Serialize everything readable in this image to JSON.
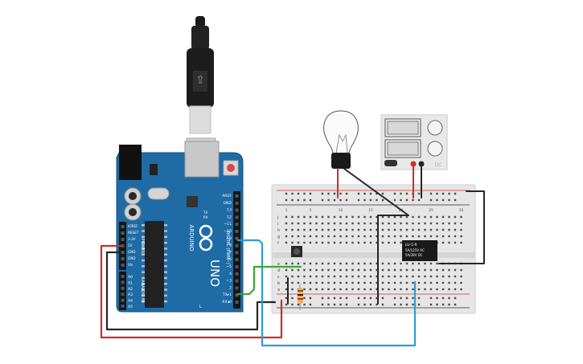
{
  "arduino": {
    "brand": "ARDUINO",
    "model": "UNO",
    "digital_label": "DIGITAL (PWM~)",
    "power_label": "POWER",
    "analog_label": "ANALOG IN",
    "tx_label": "TX",
    "rx_label": "RX",
    "l_label": "L",
    "digital_pins": [
      "AREF",
      "GND",
      "13",
      "12",
      "~11",
      "~10",
      "~9",
      "8",
      "7",
      "~6",
      "~5",
      "4",
      "~3",
      "2",
      "TX▸1",
      "RX◂0"
    ],
    "power_pins": [
      "IOREF",
      "RESET",
      "3.3V",
      "5V",
      "GND",
      "GND",
      "Vin"
    ],
    "analog_pins": [
      "A0",
      "A1",
      "A2",
      "A3",
      "A4",
      "A5"
    ]
  },
  "breadboard": {
    "row_letters_top": [
      "j",
      "i",
      "h",
      "g",
      "f"
    ],
    "row_letters_bottom": [
      "e",
      "d",
      "c",
      "b",
      "a"
    ],
    "column_numbers": [
      "1",
      "5",
      "10",
      "15",
      "20",
      "25",
      "30"
    ]
  },
  "relay": {
    "line1": "LU-5-R",
    "line2": "5A/125V AC",
    "line3": "5A/28V DC"
  },
  "power_supply": {
    "label": "DC"
  },
  "colors": {
    "wire_red": "#d42a2a",
    "wire_black": "#262626",
    "wire_blue": "#2a9fd6",
    "wire_green": "#3aa63a",
    "board_blue": "#1f6ba5",
    "breadboard": "#e6e6e6"
  }
}
